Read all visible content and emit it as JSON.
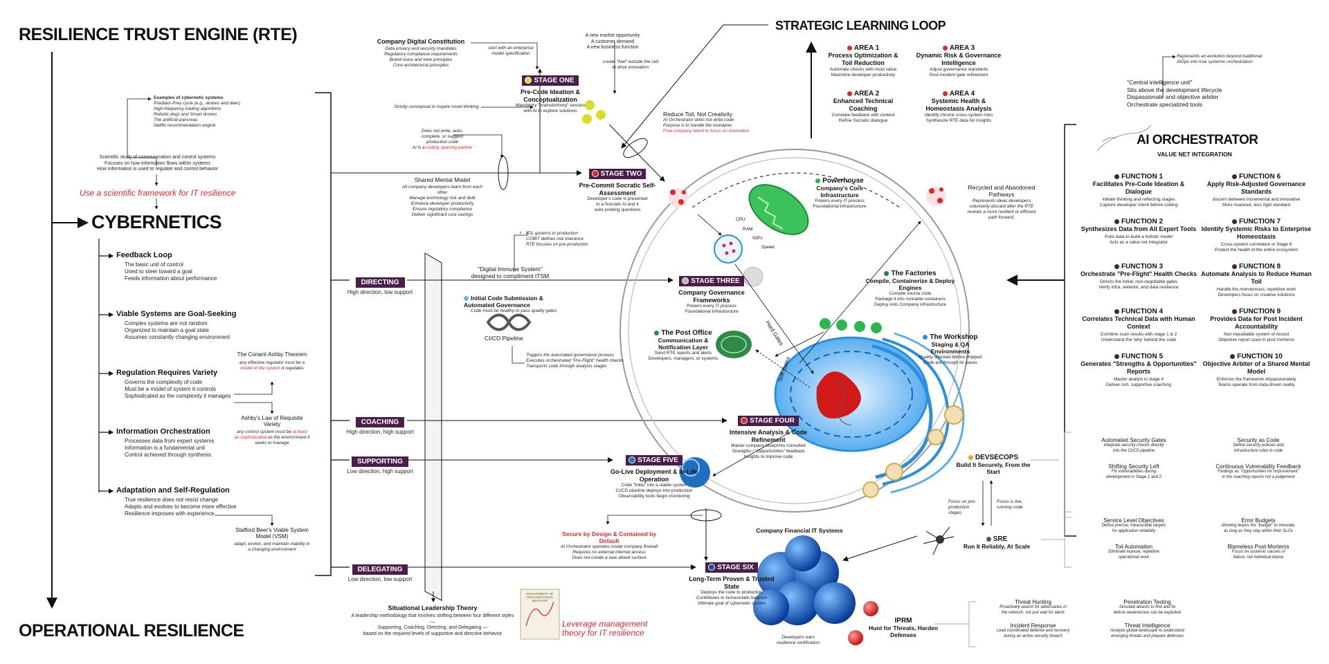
{
  "titles": {
    "top": "RESILIENCE TRUST ENGINE (RTE)",
    "bottom": "OPERATIONAL RESILIENCE",
    "cybernetics": "CYBERNETICS",
    "learning_loop": "STRATEGIC LEARNING LOOP",
    "orchestrator": "AI ORCHESTRATOR",
    "orchestrator_sub": "VALUE NET INTEGRATION"
  },
  "cybernetic_examples": {
    "title": "Examples of cybernetic systems",
    "lines": [
      "Predator-Prey cycle (e.g., wolves and deer)",
      "High-frequency trading algorithms",
      "Robotic dogs and Smart drones",
      "The artificial pancreas",
      "Netflix recommendation engine"
    ]
  },
  "cybernetics_def": {
    "lines": [
      "Scientific study of communication and control systems",
      "Focuses on how information flows within systems",
      "How information is used to regulate and control behavior"
    ],
    "callout": "Use a scientific framework for IT resilience"
  },
  "cybernetics_items": [
    {
      "title": "Feedback Loop",
      "lines": [
        "The basic unit of control",
        "Used to steer toward a goal",
        "Feeds information about performance"
      ]
    },
    {
      "title": "Viable Systems are Goal-Seeking",
      "lines": [
        "Complex systems are not random",
        "Organized to maintain a goal state",
        "Assumes constantly changing environment"
      ]
    },
    {
      "title": "Regulation Requires Variety",
      "lines": [
        "Governs the complexity of code",
        "Must be a model of system it controls",
        "Sophisticated as the complexity it manages"
      ]
    },
    {
      "title": "Information Orchestration",
      "lines": [
        "Processes data from expert systems",
        "Information is a fundamental unit",
        "Control achieved through synthesis"
      ]
    },
    {
      "title": "Adaptation and Self-Regulation",
      "lines": [
        "True resilience does not resist change",
        "Adapts and evolves to become more effective",
        "Resilience improves with experience"
      ]
    }
  ],
  "theorems": {
    "conant_title": "The Conant-Ashby Theorem",
    "conant_note_1": "any effective regulator must be a",
    "conant_note_red": "model of the system",
    "conant_note_2": "it regulates",
    "ashby_title": "Ashby's Law of Requisite Variety",
    "ashby_note_1": "any control system must be",
    "ashby_note_red": "at least as sophisticated",
    "ashby_note_2": "as the environment it seeks to manage",
    "vsm_title": "Stafford Beer's Viable System Model (VSM)",
    "vsm_note": "adapt, evolve, and maintain viability in a changing environment"
  },
  "leadership": [
    {
      "tag": "DIRECTING",
      "sub": "High direction, low support"
    },
    {
      "tag": "COACHING",
      "sub": "High direction, high support"
    },
    {
      "tag": "SUPPORTING",
      "sub": "Low direction, high support"
    },
    {
      "tag": "DELEGATING",
      "sub": "Low direction, low support"
    }
  ],
  "situational": {
    "title": "Situational Leadership Theory",
    "lines": [
      "A leadership methodology that involves shifting between four different styles —",
      "Supporting, Coaching, Directing, and Delegating —",
      "based on the required levels of supportive and directive behavior"
    ],
    "callout": "Leverage management theory for IT resilience",
    "book": "MANAGEMENT OF ORGANIZATIONAL BEHAVIOR"
  },
  "digital_constitution": {
    "title": "Company Digital Constitution",
    "lines": [
      "Data privacy and security mandates",
      "Regulatory compliance requirements",
      "Brand voice and tone principles",
      "Core architectural principles"
    ],
    "note": "start with an enterprise model specification"
  },
  "market": {
    "lines": [
      "A new market opportunity",
      "A customer demand",
      "A new business function"
    ],
    "note": "create \"fuel\" outside the cell to drive innovation"
  },
  "mental_model": {
    "title": "Shared Mental Model",
    "lines": [
      "All company developers learn from each other",
      "Manage technology risk and debt",
      "Enhance developer productivity",
      "Ensure regulatory compliance",
      "Deliver significant cost savings"
    ]
  },
  "notes": {
    "conceptual": "Strictly conceptual to inspire novel thinking",
    "no_code_1": "Does not write, auto-complete, or suggest production code",
    "no_code_2": "AI is a",
    "no_code_red": "coding sparring partner",
    "reduce_toil": "Reduce Toil, Not Creativity",
    "reduce_lines": [
      "AI Orchestrator does not write code",
      "Purpose is to handle the mundane"
    ],
    "reduce_red": "Free company talent to focus on innovation",
    "itil": [
      "ITIL governs in production",
      "COBIT defines risk tolerance",
      "RTE focuses on pre-production"
    ],
    "immune": "\"Digital Immune System\" designed to compliment ITSM",
    "cicd": "CI/CD Pipeline",
    "triggers": [
      "Triggers the automated governance process",
      "Executes orchestrated \"Pre-Flight\" health checks",
      "Transports code through analysis stages"
    ],
    "secure_red": "Secure by Design & Contained by Default",
    "secure_lines": [
      "AI Orchestrator operates inside company firewall",
      "Requires no external internet access",
      "Does not create a new attack surface"
    ],
    "recycled_title": "Recycled and Abandoned Pathways",
    "recycled_lines": [
      "Represents ideas developers voluntarily discard after the RTE reveals a more resilient or efficient path forward."
    ],
    "hard_gates": "Hard Gates",
    "soft_gates": "Soft Gates",
    "financial": "Company Financial IT Systems",
    "financial_note": "Developers earn resilience certification",
    "cpu": "CPU",
    "ram": "RAM",
    "iops": "IOPs",
    "speed": "Speed",
    "preprod": "Focus on pre-production stages",
    "live": "Focus is live, running code"
  },
  "stages": [
    {
      "tag": "STAGE ONE",
      "dot": "#d9de2b",
      "title": "Pre-Code Ideation & Conceptualization",
      "lines": [
        "Mandatory \"brainstorming\" session",
        "with AI to explore solutions"
      ]
    },
    {
      "tag": "STAGE TWO",
      "dot": "#e0262b",
      "title": "Pre-Commit Socratic Self-Assessment",
      "lines": [
        "Developer's code is presented",
        "to a Socratic AI and it",
        "asks probing questions"
      ]
    },
    {
      "tag": "STAGE THREE",
      "dot": "#b7b7b7",
      "title": "Company Governance Frameworks",
      "lines": [
        "Powers every IT process",
        "Foundational infrastructure"
      ]
    },
    {
      "tag": "STAGE FOUR",
      "dot": "#e0262b",
      "title": "Intensive Analysis & Code Refinement",
      "lines": [
        "Master company blueprints consulted",
        "Strengths / \"Opportunities\" feedback",
        "Insights to improve code"
      ]
    },
    {
      "tag": "STAGE FIVE",
      "dot": "#1e78c8",
      "title": "Go-Live Deployment & In-Life Operation",
      "lines": [
        "Code \"folds\" into a stable system",
        "CI/CD pipeline deploys into production",
        "Observability tools begin monitoring"
      ]
    },
    {
      "tag": "STAGE SIX",
      "dot": "#1e4fa8",
      "title": "Long-Term Proven & Trusted State",
      "lines": [
        "Deploys the code to production",
        "Contributes to homeostatic balance",
        "Ultimate goal of cybernetic system"
      ]
    }
  ],
  "organelles": {
    "powerhouse": {
      "title": "Powerhouse",
      "sub": "Company's Core Infrastructure",
      "lines": [
        "Powers every IT process",
        "Foundational infrastructure"
      ]
    },
    "factories": {
      "title": "The Factories",
      "sub": "Compile, Containerize & Deploy Engines",
      "lines": [
        "Compile source code",
        "Package it into runnable containers",
        "Deploy onto Company infrastructure"
      ]
    },
    "post_office": {
      "title": "The Post Office",
      "sub": "Communication & Notification Layer",
      "lines": [
        "Send RTE reports and alerts",
        "Developers, managers, or systems"
      ]
    },
    "workshop": {
      "title": "The Workshop",
      "sub": "Staging & QA Environments",
      "lines": [
        "Quality checked before shipped",
        "Code put through its paces"
      ]
    },
    "initial": {
      "title": "Initial Code Submission & Automated Governance",
      "lines": [
        "Code must be healthy to pass quality gates"
      ]
    }
  },
  "areas": [
    {
      "title": "AREA 1",
      "sub": "Process Optimization & Toil Reduction",
      "lines": [
        "Automate checks with most value",
        "Maximize developer productivity"
      ]
    },
    {
      "title": "AREA 3",
      "sub": "Dynamic Risk & Governance Intelligence",
      "lines": [
        "Adjust governance standards",
        "Post-incident gate refinement"
      ]
    },
    {
      "title": "AREA 2",
      "sub": "Enhanced Technical Coaching",
      "lines": [
        "Correlate feedback with context",
        "Refine Socratic dialogue"
      ]
    },
    {
      "title": "AREA 4",
      "sub": "Systemic Health & Homeostasis Analysis",
      "lines": [
        "Identify chronic cross-system risks",
        "Synthesize RTE data for insights"
      ]
    }
  ],
  "central_unit": {
    "note": "Represents an evolution beyond traditional AIOps into true systemic orchestration",
    "lines": [
      "\"Central intelligence unit\"",
      "Sits above the development lifecycle",
      "Dispassionate and objective arbiter",
      "Orchestrate specialized tools"
    ]
  },
  "functions": [
    {
      "title": "FUNCTION 1",
      "sub": "Facilitates Pre-Code Ideation & Dialogue",
      "lines": [
        "Initiate thinking and reflecting stages",
        "Capture developer intent before coding"
      ]
    },
    {
      "title": "FUNCTION 6",
      "sub": "Apply Risk-Adjusted Governance Standards",
      "lines": [
        "discern between incremental and innovative",
        "More nuanced, less rigid standard"
      ]
    },
    {
      "title": "FUNCTION 2",
      "sub": "Synthesizes Data from All Expert Tools",
      "lines": [
        "Pulls data to build a holistic model",
        "Acts as a value net integrator"
      ]
    },
    {
      "title": "FUNCTION 7",
      "sub": "Identify Systemic Risks to Enterprise Homeostasis",
      "lines": [
        "Cross-system correlation in Stage 6",
        "Protect the health of the entire ecosystem"
      ]
    },
    {
      "title": "FUNCTION 3",
      "sub": "Orchestrate \"Pre-Flight\" Health Checks",
      "lines": [
        "Directs the initial, non-negotiable gates",
        "Verify infra, network, and data resilience"
      ]
    },
    {
      "title": "FUNCTION 8",
      "sub": "Automate Analysis to Reduce Human Toil",
      "lines": [
        "Handle the monotonous, repetitive work",
        "Developers focus on creative solutions"
      ]
    },
    {
      "title": "FUNCTION 4",
      "sub": "Correlates Technical Data with Human Context",
      "lines": [
        "Combine scan results with stage 1 & 2",
        "Understand the 'why' behind the code"
      ]
    },
    {
      "title": "FUNCTION 9",
      "sub": "Provides Data for Post Incident Accountability",
      "lines": [
        "Non-repudiable system of record",
        "Objective report used in post mortems"
      ]
    },
    {
      "title": "FUNCTION 5",
      "sub": "Generates \"Strengths & Opportunities\" Reports",
      "lines": [
        "Master analyst in stage 4",
        "Deliver rich, supportive coaching"
      ]
    },
    {
      "title": "FUNCTION 10",
      "sub": "Objective Arbiter of a Shared Mental Model",
      "lines": [
        "Enforces the framework dispassionately",
        "Teams operate from data-driven reality"
      ]
    }
  ],
  "devsecops": {
    "title": "DEVSECOPS",
    "sub": "Build It Securely, From the Start",
    "practices": [
      {
        "title": "Automated Security Gates",
        "lines": [
          "Integrate security checks directly",
          "into the CI/CD pipeline"
        ]
      },
      {
        "title": "Security as Code",
        "lines": [
          "Define security policies and",
          "infrastructure rules in code"
        ]
      },
      {
        "title": "Shifting Security Left",
        "lines": [
          "Fix vulnerabilities during",
          "development in Stage 1 and 2"
        ]
      },
      {
        "title": "Continuous Vulnerability Feedback",
        "lines": [
          "Findings as \"Opportunities for Improvement\"",
          "in the coaching reports not a judgement"
        ]
      }
    ]
  },
  "sre": {
    "title": "SRE",
    "sub": "Run It Reliably, At Scale",
    "practices": [
      {
        "title": "Service Level Objectives",
        "lines": [
          "Define precise, measurable targets",
          "for application reliability"
        ]
      },
      {
        "title": "Error Budgets",
        "lines": [
          "Allowing teams the \"budget\" to innovate,",
          "as long as they stay within their SLOs"
        ]
      },
      {
        "title": "Toil Automation",
        "lines": [
          "Eliminate manual, repetitive",
          "operational work"
        ]
      },
      {
        "title": "Blameless Post-Mortems",
        "lines": [
          "Focus on systemic causes of",
          "failure, not individual blame"
        ]
      }
    ]
  },
  "iprm": {
    "title": "IPRM",
    "sub": "Hunt for Threats, Harden Defenses",
    "practices": [
      {
        "title": "Threat Hunting",
        "lines": [
          "Proactively search for adversaries in",
          "the network, not just wait for alerts"
        ]
      },
      {
        "title": "Penetration Testing",
        "lines": [
          "Simulate attacks to find and fix",
          "before weaknesses can be exploited"
        ]
      },
      {
        "title": "Incident Response",
        "lines": [
          "Lead coordinated defense and recovery",
          "during an active security breach"
        ]
      },
      {
        "title": "Threat Intelligence",
        "lines": [
          "Analyze global landscape to understand",
          "emerging threats and prepare defenses"
        ]
      }
    ]
  },
  "colors": {
    "accent_purple": "#4a1d4a",
    "red": "#e0262b",
    "cell_blue": "#2b8fe0",
    "green": "#2bb84a"
  }
}
